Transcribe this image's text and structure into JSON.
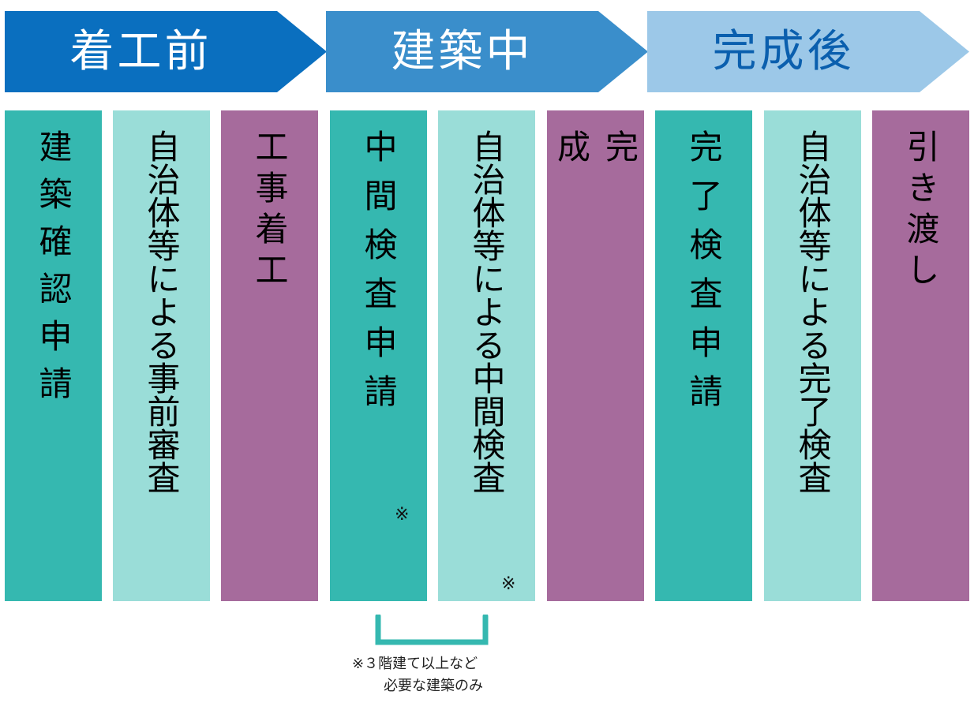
{
  "phases": [
    {
      "label": "着工前",
      "color": "#0a6fbf",
      "text_color": "#ffffff"
    },
    {
      "label": "建築中",
      "color": "#3a8ecb",
      "text_color": "#ffffff"
    },
    {
      "label": "完成後",
      "color": "#9cc8e8",
      "text_color": "#0a5fae"
    }
  ],
  "steps": [
    {
      "label": "建築確認申請",
      "color": "#35b8b0"
    },
    {
      "label": "自治体等による事前審査",
      "color": "#9addd8"
    },
    {
      "label": "工事着工",
      "color": "#a66b9c"
    },
    {
      "label": "中間検査申請",
      "color": "#35b8b0",
      "mark": "※"
    },
    {
      "label": "自治体等による中間検査",
      "color": "#9addd8",
      "mark": "※"
    },
    {
      "label": "完成",
      "color": "#a66b9c"
    },
    {
      "label": "完了検査申請",
      "color": "#35b8b0"
    },
    {
      "label": "自治体等による完了検査",
      "color": "#9addd8"
    },
    {
      "label": "引き渡し",
      "color": "#a66b9c"
    }
  ],
  "bracket_color": "#35b8b0",
  "note": {
    "line1": "※３階建て以上など",
    "line2": "必要な建築のみ"
  }
}
